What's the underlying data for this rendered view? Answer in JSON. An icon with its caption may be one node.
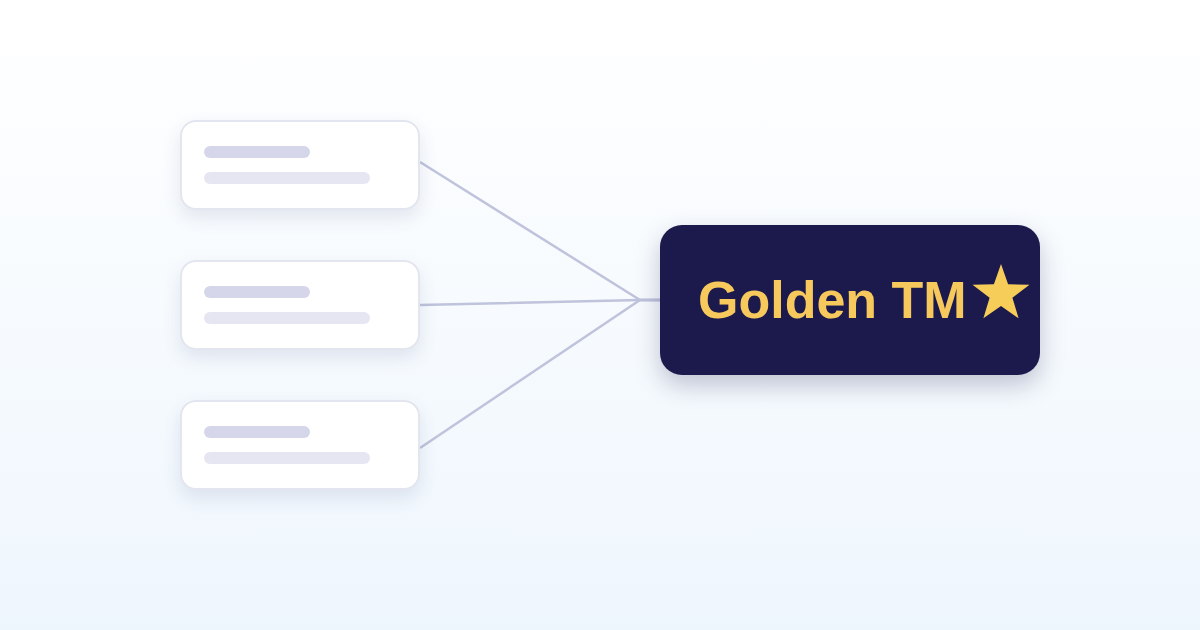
{
  "diagram": {
    "nodes": [
      {
        "text": [],
        "shape": "box"
      },
      {
        "text": [],
        "shape": "box"
      },
      {
        "text": [],
        "shape": "box"
      },
      {
        "text": [
          "Golden TM"
        ]
      }
    ],
    "edges": [
      {
        "from": 0,
        "to": 3,
        "arrow": "none"
      },
      {
        "from": 1,
        "to": 3,
        "arrow": "none"
      },
      {
        "from": 2,
        "to": 3,
        "arrow": "none"
      }
    ]
  }
}
